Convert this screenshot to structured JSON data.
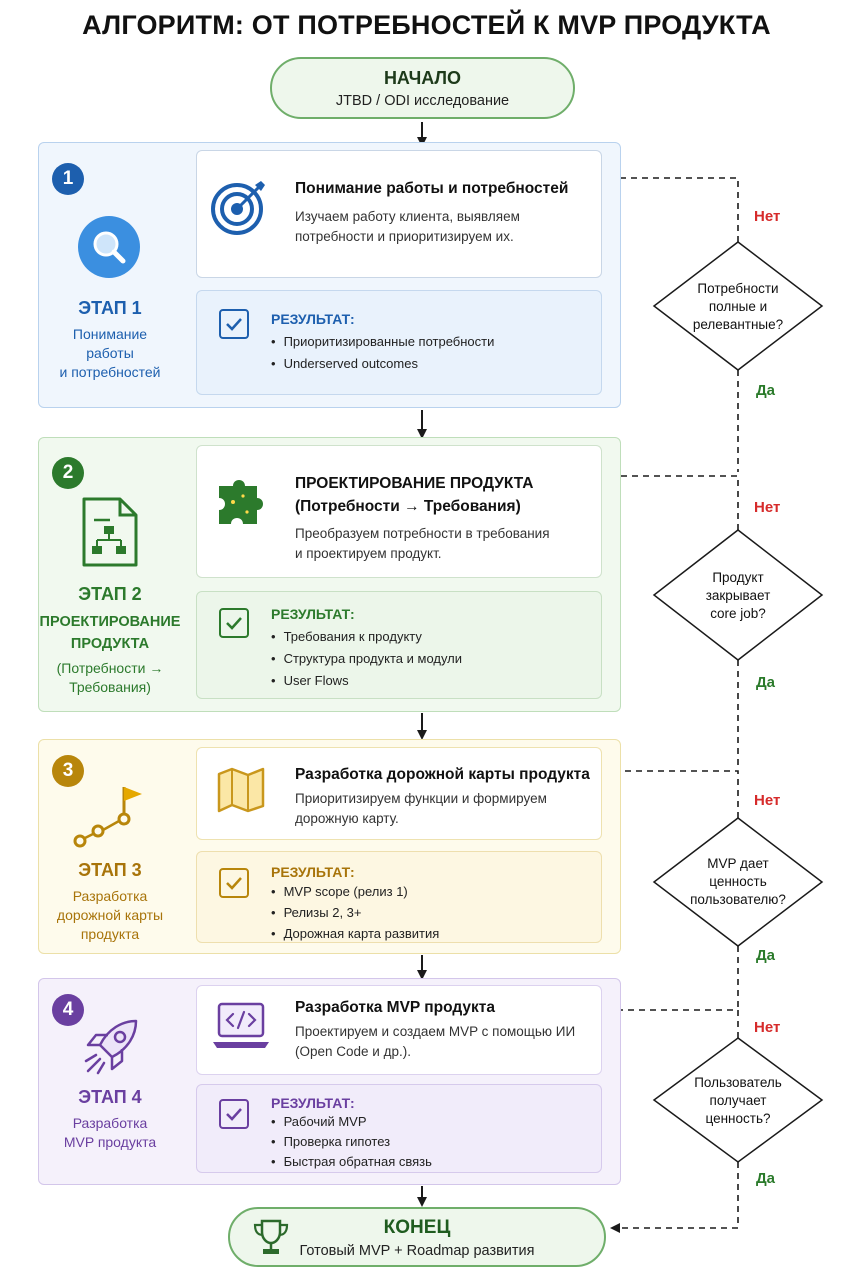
{
  "title": "АЛГОРИТМ: ОТ ПОТРЕБНОСТЕЙ К MVP ПРОДУКТА",
  "start": {
    "heading": "НАЧАЛО",
    "subtitle": "JTBD / ODI исследование"
  },
  "end": {
    "heading": "КОНЕЦ",
    "subtitle": "Готовый MVP + Roadmap развития"
  },
  "colors": {
    "blue": "#1d5fae",
    "green": "#2c7a2c",
    "gold": "#b8860b",
    "purple": "#6a3fa0",
    "no": "#d62b2b",
    "yes": "#2a7a2a"
  },
  "stages": [
    {
      "number": "1",
      "label": "ЭТАП 1",
      "description": "Понимание\nработы\nи потребностей",
      "icon": "magnifier-icon",
      "card_icon": "target-icon",
      "card_title": "Понимание работы и потребностей",
      "card_text": "Изучаем работу клиента, выявляем\nпотребности и приоритизируем их.",
      "result_heading": "РЕЗУЛЬТАТ:",
      "results": [
        "Приоритизированные потребности",
        "Underserved outcomes"
      ]
    },
    {
      "number": "2",
      "label": "ЭТАП 2",
      "description": "ПРОЕКТИРОВАНИЕ\nПРОДУКТА",
      "sub_description": "(Потребности →\nТребования)",
      "icon": "document-diagram-icon",
      "card_icon": "puzzle-icon",
      "card_title": "ПРОЕКТИРОВАНИЕ ПРОДУКТА\n(Потребности → Требования)",
      "card_text": "Преобразуем потребности в требования\nи проектируем продукт.",
      "result_heading": "РЕЗУЛЬТАТ:",
      "results": [
        "Требования к продукту",
        "Структура продукта и модули",
        "User Flows"
      ]
    },
    {
      "number": "3",
      "label": "ЭТАП 3",
      "description": "Разработка\nдорожной карты\nпродукта",
      "icon": "route-flag-icon",
      "card_icon": "map-icon",
      "card_title": "Разработка дорожной карты продукта",
      "card_text": "Приоритизируем функции и формируем\nдорожную карту.",
      "result_heading": "РЕЗУЛЬТАТ:",
      "results": [
        "MVP scope (релиз 1)",
        "Релизы 2, 3+",
        "Дорожная карта развития"
      ]
    },
    {
      "number": "4",
      "label": "ЭТАП 4",
      "description": "Разработка\nMVP продукта",
      "icon": "rocket-icon",
      "card_icon": "laptop-code-icon",
      "card_title": "Разработка MVP продукта",
      "card_text": "Проектируем и создаем MVP с помощью ИИ\n(Open Code и др.).",
      "result_heading": "РЕЗУЛЬТАТ:",
      "results": [
        "Рабочий MVP",
        "Проверка гипотез",
        "Быстрая обратная связь"
      ]
    }
  ],
  "decisions": [
    {
      "question": "Потребности\nполные и\nрелевантные?",
      "no": "Нет",
      "yes": "Да"
    },
    {
      "question": "Продукт\nзакрывает\ncore job?",
      "no": "Нет",
      "yes": "Да"
    },
    {
      "question": "MVP дает\nценность\nпользователю?",
      "no": "Нет",
      "yes": "Да"
    },
    {
      "question": "Пользователь\nполучает\nценность?",
      "no": "Нет",
      "yes": "Да"
    }
  ]
}
